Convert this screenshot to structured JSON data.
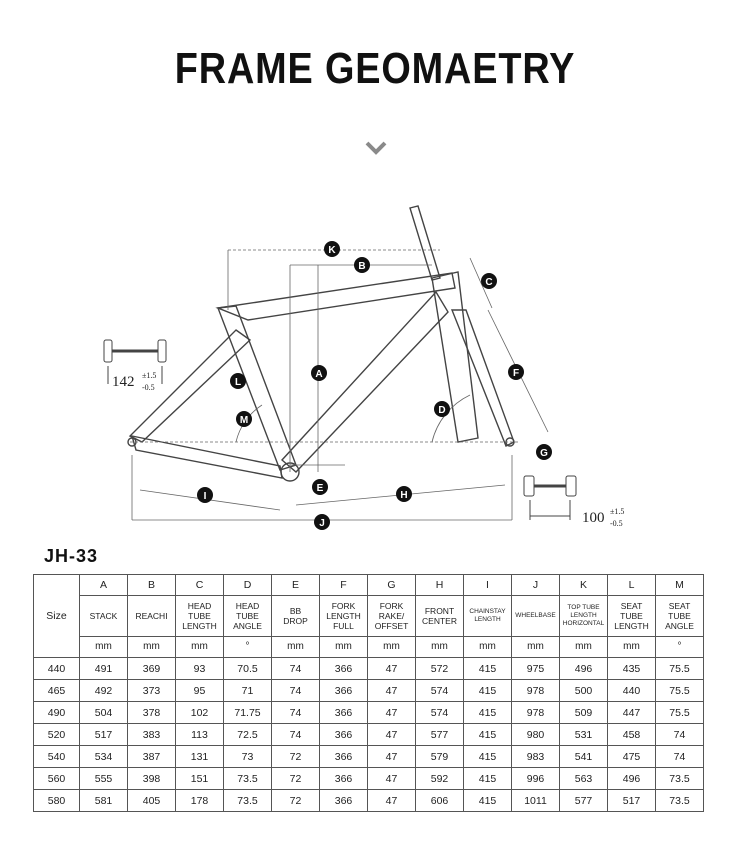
{
  "title": "FRAME GEOMAETRY",
  "icons": {
    "chevron": "chevron-down-icon"
  },
  "diagram": {
    "callouts": [
      "K",
      "B",
      "C",
      "A",
      "F",
      "L",
      "D",
      "M",
      "G",
      "E",
      "H",
      "I",
      "J"
    ],
    "rear_spacing": {
      "value": "142",
      "tol_plus": "±1.5",
      "tol_minus": "-0.5"
    },
    "front_spacing": {
      "value": "100",
      "tol_plus": "±1.5",
      "tol_minus": "-0.5"
    }
  },
  "model": "JH-33",
  "table": {
    "size_label": "Size",
    "letters": [
      "A",
      "B",
      "C",
      "D",
      "E",
      "F",
      "G",
      "H",
      "I",
      "J",
      "K",
      "L",
      "M"
    ],
    "names": [
      [
        "STACK"
      ],
      [
        "REACHI"
      ],
      [
        "HEAD",
        "TUBE",
        "LENGTH"
      ],
      [
        "HEAD",
        "TUBE",
        "ANGLE"
      ],
      [
        "BB",
        "DROP"
      ],
      [
        "FORK",
        "LENGTH",
        "FULL"
      ],
      [
        "FORK",
        "RAKE/",
        "OFFSET"
      ],
      [
        "FRONT",
        "CENTER"
      ],
      [
        "CHAINSTAY",
        "LENGTH"
      ],
      [
        "WHEELBASE"
      ],
      [
        "TOP TUBE",
        "LENGTH",
        "HORIZONTAL"
      ],
      [
        "SEAT",
        "TUBE",
        "LENGTH"
      ],
      [
        "SEAT",
        "TUBE",
        "ANGLE"
      ]
    ],
    "units": [
      "mm",
      "mm",
      "mm",
      "°",
      "mm",
      "mm",
      "mm",
      "mm",
      "mm",
      "mm",
      "mm",
      "mm",
      "°"
    ],
    "rows": [
      {
        "size": "440",
        "values": [
          "491",
          "369",
          "93",
          "70.5",
          "74",
          "366",
          "47",
          "572",
          "415",
          "975",
          "496",
          "435",
          "75.5"
        ]
      },
      {
        "size": "465",
        "values": [
          "492",
          "373",
          "95",
          "71",
          "74",
          "366",
          "47",
          "574",
          "415",
          "978",
          "500",
          "440",
          "75.5"
        ]
      },
      {
        "size": "490",
        "values": [
          "504",
          "378",
          "102",
          "71.75",
          "74",
          "366",
          "47",
          "574",
          "415",
          "978",
          "509",
          "447",
          "75.5"
        ]
      },
      {
        "size": "520",
        "values": [
          "517",
          "383",
          "113",
          "72.5",
          "74",
          "366",
          "47",
          "577",
          "415",
          "980",
          "531",
          "458",
          "74"
        ]
      },
      {
        "size": "540",
        "values": [
          "534",
          "387",
          "131",
          "73",
          "72",
          "366",
          "47",
          "579",
          "415",
          "983",
          "541",
          "475",
          "74"
        ]
      },
      {
        "size": "560",
        "values": [
          "555",
          "398",
          "151",
          "73.5",
          "72",
          "366",
          "47",
          "592",
          "415",
          "996",
          "563",
          "496",
          "73.5"
        ]
      },
      {
        "size": "580",
        "values": [
          "581",
          "405",
          "178",
          "73.5",
          "72",
          "366",
          "47",
          "606",
          "415",
          "1011",
          "577",
          "517",
          "73.5"
        ]
      }
    ]
  }
}
